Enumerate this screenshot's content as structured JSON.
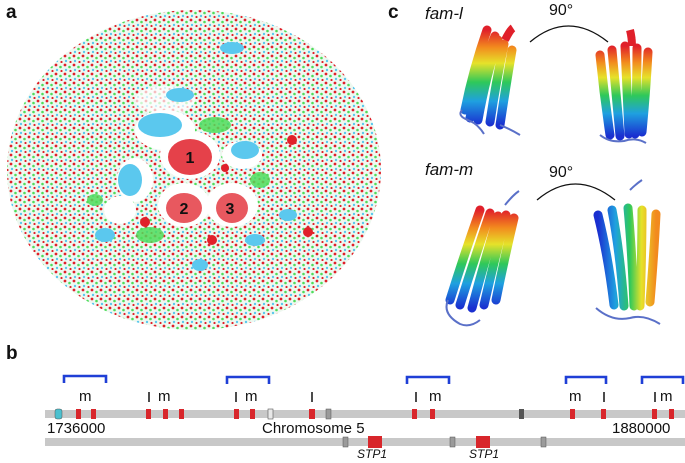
{
  "panels": {
    "a": {
      "letter": "a",
      "cluster_labels": [
        "1",
        "2",
        "3"
      ],
      "colors": {
        "red": "#e0202a",
        "cyan": "#5bc8ee",
        "green": "#4fdc5a",
        "white": "#ffffff",
        "bg": "#dff3e4"
      }
    },
    "b": {
      "letter": "b",
      "m_label": "m",
      "coord_start": "1736000",
      "coord_end": "1880000",
      "chromosome": "Chromosome 5",
      "genes": [
        "STP1",
        "STP1"
      ],
      "colors": {
        "bracket": "#1f3fd6",
        "track": "#c8c8c8",
        "gene_red": "#d8262b",
        "gene_grey": "#9a9a9a",
        "gene_teal": "#4bc0cf"
      }
    },
    "c": {
      "letter": "c",
      "family_1": "fam-l",
      "family_2": "fam-m",
      "angle_1": "90°",
      "angle_2": "90°"
    }
  }
}
